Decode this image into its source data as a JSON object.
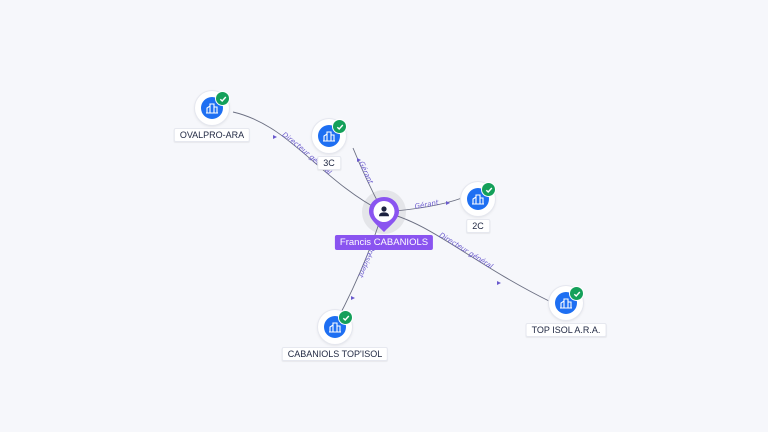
{
  "graph": {
    "center": {
      "name": "Francis CABANIOLS",
      "icon": "person-icon"
    },
    "companies": [
      {
        "name": "OVALPRO-ARA",
        "icon": "company-building-icon",
        "status": "verified-check-icon"
      },
      {
        "name": "3C",
        "icon": "company-building-icon",
        "status": "verified-check-icon"
      },
      {
        "name": "2C",
        "icon": "company-building-icon",
        "status": "verified-check-icon"
      },
      {
        "name": "TOP ISOL A.R.A.",
        "icon": "company-building-icon",
        "status": "verified-check-icon"
      },
      {
        "name": "CABANIOLS TOP'ISOL",
        "icon": "company-building-icon",
        "status": "verified-check-icon"
      }
    ],
    "relations": [
      {
        "role": "Directeur général",
        "to": "OVALPRO-ARA"
      },
      {
        "role": "Gérant",
        "to": "3C"
      },
      {
        "role": "Gérant",
        "to": "2C"
      },
      {
        "role": "Directeur général",
        "to": "TOP ISOL A.R.A."
      },
      {
        "role": "Président",
        "to": "CABANIOLS TOP'ISOL"
      }
    ]
  },
  "colors": {
    "company_badge": "#1e6ff2",
    "verified": "#14a05a",
    "person_accent": "#8a54f0",
    "edge": "#6b6f82",
    "edge_label": "#6a5acd"
  }
}
